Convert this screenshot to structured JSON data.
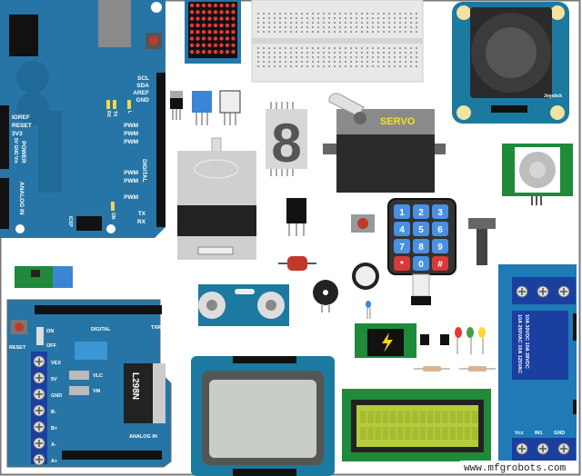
{
  "colors": {
    "board_blue": "#2675a6",
    "relay_blue": "#1f7ab5",
    "pcb_green": "#1e8a3a",
    "lcd_green": "#b5cc3c",
    "servo_label": "#f3e21b"
  },
  "arduino": {
    "right_labels": [
      "SCL",
      "SDA",
      "AREF",
      "GND"
    ],
    "pwm_labels": [
      "PWM",
      "PWM",
      "PWM",
      "PWM",
      "PWM",
      "PWM"
    ],
    "left_labels": [
      "IOREF",
      "RESET",
      "3V3"
    ],
    "power_label": "POWER",
    "power_pins": "5V GND Vin",
    "analog_label": "ANALOG IN",
    "digital_label": "DIGITAL",
    "tx": "TX",
    "rx": "RX",
    "led_tx": "TX",
    "led_rx": "RX",
    "led_l": "L",
    "on": "ON",
    "icsp": "ICSP"
  },
  "servo": {
    "label": "SERVO"
  },
  "joystick": {
    "label": "Joystick"
  },
  "seven_segment": {
    "digit": "8"
  },
  "keypad": {
    "keys": [
      "1",
      "2",
      "3",
      "4",
      "5",
      "6",
      "7",
      "8",
      "9",
      "*",
      "0",
      "#"
    ]
  },
  "motor_shield": {
    "chip": "L298N",
    "reset": "RESET",
    "on": "ON",
    "off": "OFF",
    "digital": "DIGITAL",
    "txrx": "TXRX",
    "analog": "ANALOG IN",
    "terminals": [
      "VEX",
      "5V",
      "GND",
      "B-",
      "B+",
      "A-",
      "A+"
    ],
    "jumpers": [
      "VLC",
      "VM"
    ]
  },
  "relay": {
    "rating_1": "10A 250VAC 10A 125VAC",
    "rating_2": "10A 30VDC 10A 28VDC",
    "pins": [
      "Vcc",
      "IN1",
      "GND"
    ]
  },
  "watermark": "www.mfgrobots.com"
}
